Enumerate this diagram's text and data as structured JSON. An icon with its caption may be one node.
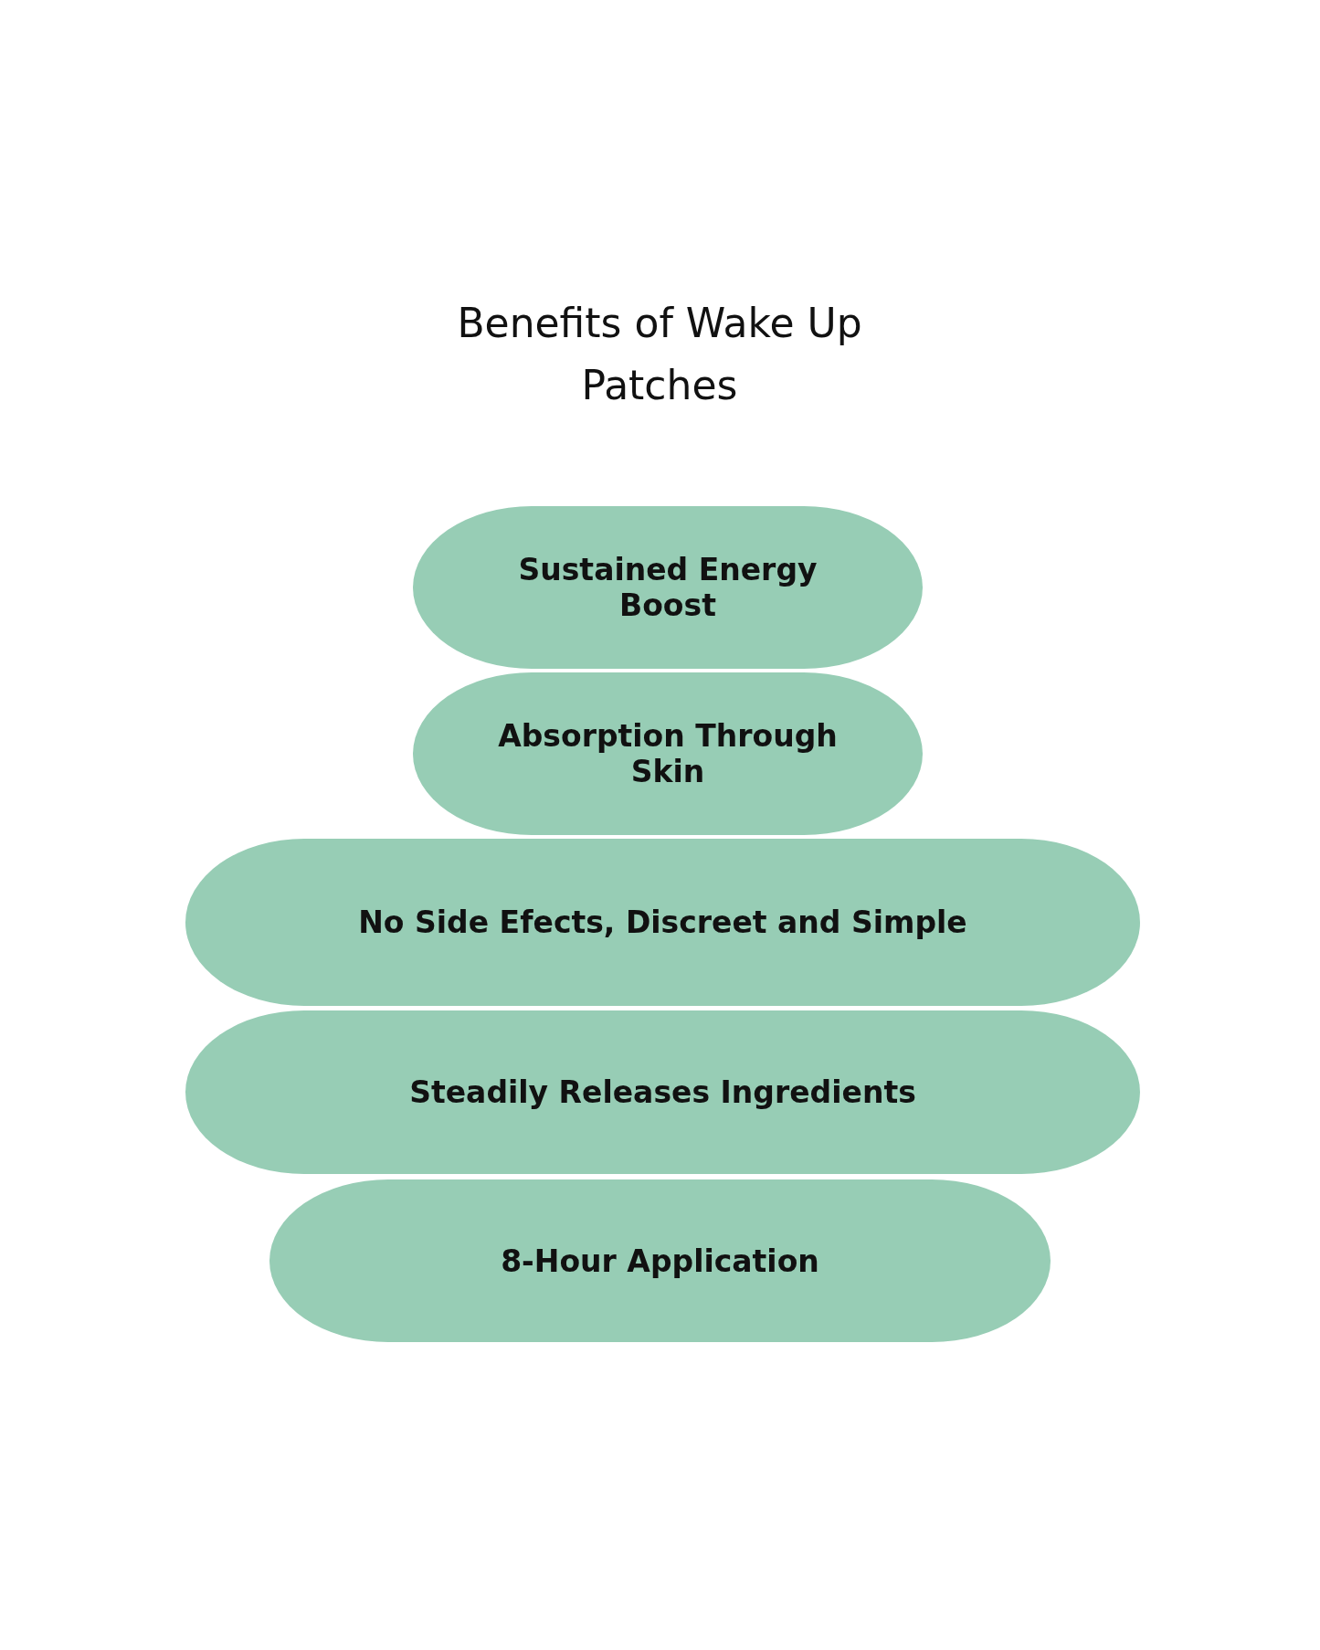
{
  "diagram": {
    "title": "Benefits of Wake Up Patches",
    "nodes": [
      {
        "text": [
          "Sustained Energy Boost"
        ]
      },
      {
        "text": [
          "Absorption Through Skin"
        ]
      },
      {
        "text": [
          "No Side Efects, Discreet and Simple"
        ]
      },
      {
        "text": [
          "Steadily Releases Ingredients"
        ]
      },
      {
        "text": [
          "8-Hour Application"
        ]
      }
    ]
  }
}
